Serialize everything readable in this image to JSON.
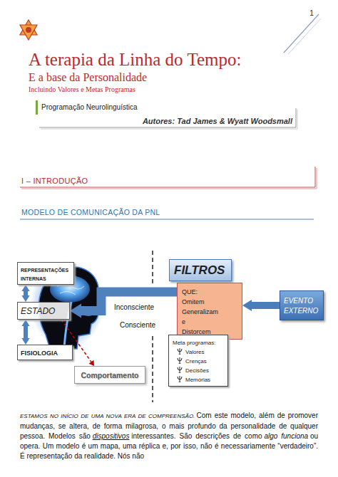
{
  "diagram": {
    "title": "A terapia da Linha do Tempo:",
    "nodes": [
      {
        "text": [
          "REPRESENTAÇÕES INTERNAS"
        ]
      },
      {
        "text": [
          "ESTADO"
        ]
      },
      {
        "text": [
          "FISIOLOGIA"
        ]
      },
      {
        "text": [
          "Comportamento"
        ]
      },
      {
        "text": [
          "FILTROS"
        ]
      },
      {
        "text": [
          "QUE: Omitem Generalizam e Distorcem"
        ]
      },
      {
        "text": [
          "Meta programas:",
          "Valores",
          "Crenças",
          "Decisões",
          "Memórias"
        ]
      },
      {
        "text": [
          "EVENTO EXTERNO"
        ]
      }
    ],
    "edges": [
      {
        "from": 0,
        "to": 1,
        "arrow": "both"
      },
      {
        "from": 1,
        "to": 2,
        "arrow": "both"
      },
      {
        "from": 1,
        "to": 3,
        "arrow": "to"
      },
      {
        "from": 5,
        "to": 1,
        "arrow": "to"
      },
      {
        "from": 7,
        "to": 5,
        "arrow": "to"
      }
    ],
    "labels": [
      "1",
      "E a base da Personalidade",
      "Incluindo Valores e Metas Programas",
      "Programação Neurolinguística",
      "Autores: Tad James & Wyatt Woodsmall",
      "I – INTRODUÇÃO",
      "MODELO DE COMUNICAÇÃO DA PNL",
      "Inconsciente",
      "Consciente",
      "ESTAMOS NO INÍCIO DE UMA NOVA ERA DE COMPREENSÃO.",
      "Com este modelo, além de promover mudanças, se altera, de forma milagrosa, o mais profundo da personalidade de qualquer pessoa. Modelos são",
      "dispositivos",
      "interessantes. São descrições de como",
      "algo funciona",
      "ou opera. Um modelo é um mapa, uma réplica e, por isso, não é necessariamente “verdadeiro”. É representação da realidade. Nós não"
    ]
  }
}
